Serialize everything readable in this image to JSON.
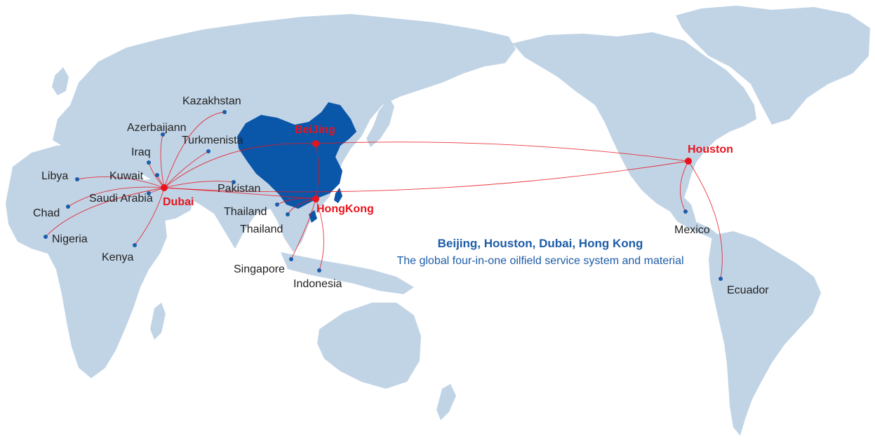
{
  "title": "Beijing, Houston, Dubai, Hong Kong",
  "subtitle": "The global four-in-one oilfield service system and material",
  "hubs": {
    "beijing": "BeiJing",
    "houston": "Houston",
    "dubai": "Dubai",
    "hongkong": "HongKong"
  },
  "destinations": {
    "kazakhstan": "Kazakhstan",
    "azerbaijan": "Azerbaijann",
    "turkmenistan": "Turkmenista",
    "iraq": "Iraq",
    "kuwait": "Kuwait",
    "libya": "Libya",
    "saudi": "Saudi Arabia",
    "pakistan": "Pakistan",
    "chad": "Chad",
    "nigeria": "Nigeria",
    "kenya": "Kenya",
    "thailand1": "Thailand",
    "thailand2": "Thailand",
    "singapore": "Singapore",
    "indonesia": "Indonesia",
    "mexico": "Mexico",
    "ecuador": "Ecuador"
  },
  "colors": {
    "land": "#c1d4e6",
    "china": "#0a56a8",
    "route": "#e8141d",
    "destination_dot": "#1d5ca8",
    "caption": "#1d5ca8"
  }
}
